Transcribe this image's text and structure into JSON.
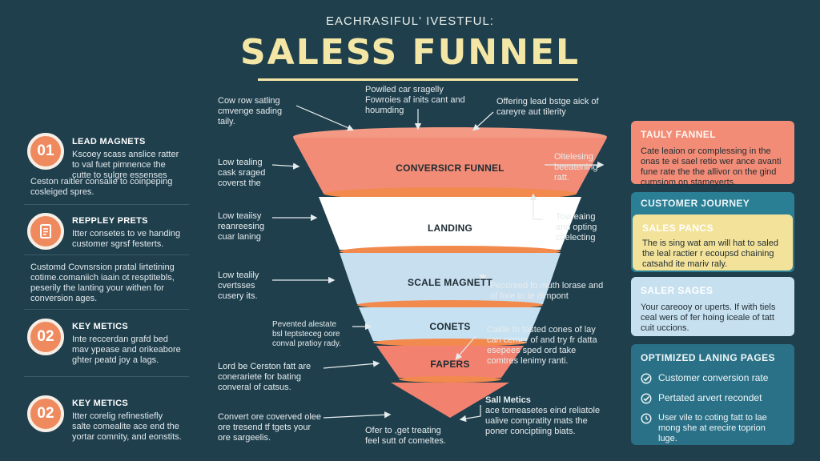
{
  "header": {
    "eyebrow": "EACHRASIFUL' IVESTFUL:",
    "title": "SALESS FUNNEL"
  },
  "left": {
    "items": [
      {
        "badge": "01",
        "title": "LEAD MAGNETS",
        "text": [
          "Kscoey scass anslice ratter",
          "to val fuet pimnence the",
          "cutte to sulgre essenses"
        ]
      },
      {
        "badge_icon": "document-icon",
        "title": "REPPLEY PRETS",
        "text": [
          "Itter consetes to ve handing",
          "customer sgrsf festerts."
        ]
      },
      {
        "badge": "02",
        "title": "KEY METICS",
        "text": [
          "Inte reccerdan grafd bed",
          "mav ypease and orikeabore",
          "ghter peatd joy a lags."
        ]
      },
      {
        "badge": "02",
        "title": "KEY METICS",
        "text": [
          "Itter corelig refinestiefly",
          "salte comealite ace end the",
          "yortar comnity, and eonstits."
        ]
      }
    ],
    "extra_1": [
      "Ceston raitler consalie to coinpeping",
      "cosleiged spres."
    ],
    "extra_2": [
      "Customd Covnsrsion pratal lirtetining",
      "cotime.comaniich iaain ot resptitebls,",
      "peserily the lanting your withen for",
      "conversion ages."
    ]
  },
  "funnel": {
    "stages": [
      "CONVERSICR FUNNEL",
      "LANDING",
      "SCALE MAGNETT",
      "CONETS",
      "FAPERS"
    ],
    "colors": [
      "#f28c76",
      "#ffffff",
      "#c8dff0",
      "#c6e2f2",
      "#f2826f",
      "#f2826f"
    ],
    "rim_color": "#f49a84",
    "band_color": "#f28a4e"
  },
  "annotations": {
    "top_center": [
      "Powiled car sragelly",
      "Fowroies af inits cant and",
      "houmding"
    ],
    "top_left": [
      "Cow row satling",
      "cmvenge sading",
      "taily."
    ],
    "top_right": [
      "Offering lead bstge aick of",
      "careyre aut tilerity"
    ],
    "left_1": [
      "Low tealing",
      "cask sraged",
      "coverst the"
    ],
    "left_2": [
      "Low teaiisy",
      "reanreesing",
      "cuar laning"
    ],
    "left_3": [
      "Low tealily",
      "cvertsses",
      "cusery its."
    ],
    "left_4": [
      "Pevented alestate",
      "bsl teptsteceg oore",
      "conval pratioy rady."
    ],
    "left_5": [
      "Lord be Cerston fatt are",
      "conerariete for bating",
      "converal of catsus."
    ],
    "left_6": [
      "Convert ore coverved olee",
      "ore tresend tf tgets your",
      "ore sargeelis."
    ],
    "bottom_center": [
      "Ofer to ,get treating",
      "feel sutt of comeltes."
    ],
    "right_1": [
      "Oltelesing",
      "beeatening",
      "ratt."
    ],
    "right_2": [
      "Tow eaing",
      "and opting",
      "coelecting"
    ],
    "right_3": [
      "Pecoreed fo muth lorase and",
      "of fore to te dimpont"
    ],
    "right_4": [
      "Caide to fasted cones of lay",
      "can cemer of and try fr datta",
      "esepees sped ord take",
      "comtres lenimy ranti."
    ],
    "right_5_title": "Sall Metics",
    "right_5": [
      "ace tomeasetes eind reliatole",
      "ualive compratity mats the",
      "poner conciptiing biats."
    ]
  },
  "right": {
    "card1": {
      "title": "TAULY FANNEL",
      "text": [
        "Cate leaion or complessing in the",
        "onas te ei sael retio wer ance avanti",
        "fune rate the the allivor on the gind",
        "cumsiom on stameyerts."
      ],
      "bg": "#f28c76",
      "fg": "#1f2c33"
    },
    "journey": {
      "title": "CUSTOMER JOURNEY",
      "bg": "#2b7f95"
    },
    "card2": {
      "title": "SALES PANCS",
      "text": [
        "The is sing wat am will hat to saled",
        "the leal ractier r ecoupsd chaining",
        "catsahd ite mariv raly."
      ],
      "bg": "#f3e29a",
      "fg": "#1f2c33"
    },
    "card3": {
      "title": "SALER SAGES",
      "text": [
        "Your careooy or uperts. If with tiels",
        "ceal wers of fer hoing iceale of tatt",
        "cuit uccions."
      ],
      "bg": "#c7e0ef",
      "fg": "#1f2c33"
    },
    "card4": {
      "title": "OPTIMIZED LANING PAGES",
      "bg": "#2a7187",
      "items": [
        "Customer conversion rate",
        "Pertated arvert recondet",
        "User vile to coting fatt to lae mong she at erecire toprion luge."
      ]
    }
  }
}
